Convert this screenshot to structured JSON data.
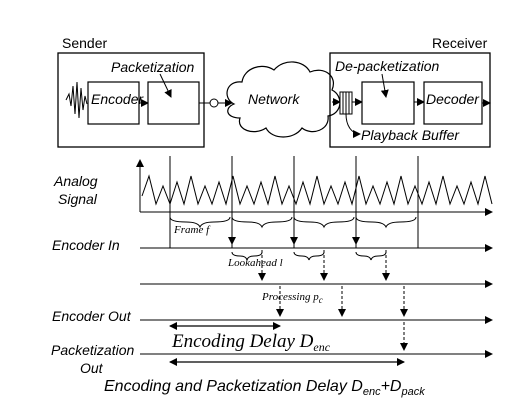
{
  "sender": {
    "title": "Sender",
    "encoder_label": "Encoder",
    "packetization_label": "Packetization"
  },
  "network": {
    "label": "Network"
  },
  "receiver": {
    "title": "Receiver",
    "depacketization_label": "De-packetization",
    "decoder_label": "Decoder",
    "playback_buffer_label": "Playback Buffer"
  },
  "timeline": {
    "rows": [
      {
        "id": "analog",
        "label_line1": "Analog",
        "label_line2": "Signal"
      },
      {
        "id": "encoder-in",
        "label": "Encoder In"
      },
      {
        "id": "encoder-out",
        "label": "Encoder Out"
      },
      {
        "id": "packetization-out",
        "label_line1": "Packetization",
        "label_line2": "Out"
      }
    ],
    "frame_label": "Frame f",
    "lookahead_label": "Lookahead l",
    "processing_label": "Processing p",
    "processing_sub": "c",
    "encoding_delay_label": "Encoding Delay D",
    "encoding_delay_sub": "enc",
    "total_delay_label": "Encoding and Packetization Delay D",
    "total_delay_sub1": "enc",
    "total_delay_plus": "+D",
    "total_delay_sub2": "pack"
  }
}
